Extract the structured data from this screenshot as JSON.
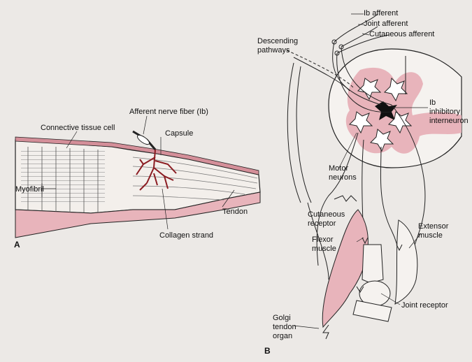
{
  "panel_a": {
    "letter": "A",
    "labels": {
      "afferent_nerve": "Afferent nerve fiber (Ib)",
      "connective_tissue": "Connective tissue cell",
      "capsule": "Capsule",
      "myofibril": "Myofibril",
      "tendon": "Tendon",
      "collagen": "Collagen strand"
    }
  },
  "panel_b": {
    "letter": "B",
    "labels": {
      "ib_afferent": "Ib afferent",
      "joint_afferent": "Joint afferent",
      "cutaneous_afferent": "Cutaneous afferent",
      "descending_1": "Descending",
      "descending_2": "pathways",
      "ib_inhib_1": "Ib",
      "ib_inhib_2": "inhibitory",
      "ib_inhib_3": "interneuron",
      "motor_1": "Motor",
      "motor_2": "neurons",
      "cut_rec_1": "Cutaneous",
      "cut_rec_2": "receptor",
      "extensor_1": "Extensor",
      "extensor_2": "muscle",
      "flexor_1": "Flexor",
      "flexor_2": "muscle",
      "joint_receptor": "Joint receptor",
      "golgi_1": "Golgi",
      "golgi_2": "tendon",
      "golgi_3": "organ"
    }
  },
  "colors": {
    "pink": "#e8b4bb",
    "dark_red": "#8b1c22",
    "line": "#222"
  }
}
